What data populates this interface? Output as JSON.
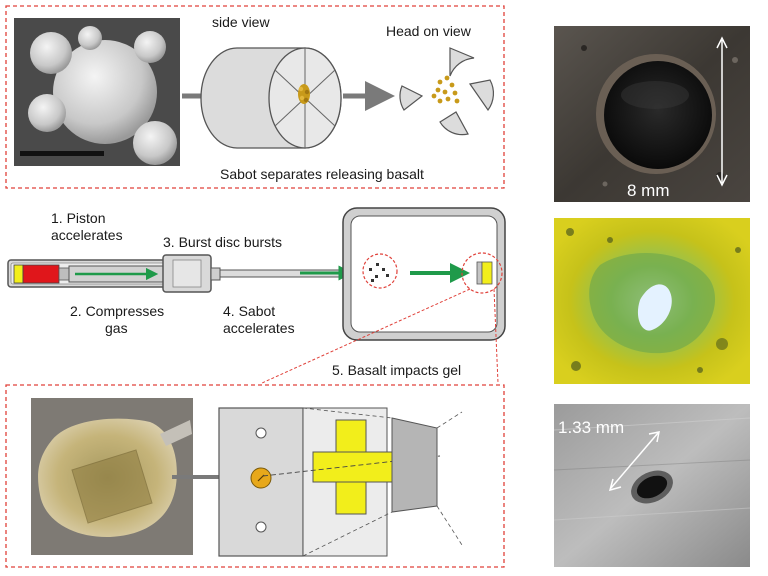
{
  "labels": {
    "side_view": "side view",
    "head_on_view": "Head on view",
    "sabot_separates": "Sabot separates releasing basalt",
    "step1_line1": "1. Piston",
    "step1_line2": "accelerates",
    "step2_line1": "2. Compresses",
    "step2_line2": "gas",
    "step3": "3. Burst disc bursts",
    "step4_line1": "4. Sabot",
    "step4_line2": "accelerates",
    "step5": "5. Basalt impacts gel"
  },
  "photos": {
    "crater_scale": "8 mm",
    "hole_scale": "1.33 mm"
  },
  "colors": {
    "dashed_frame": "#e0413a",
    "arrow_grey": "#7a7a7a",
    "arrow_green": "#1f9a4a",
    "piston_red": "#e0161b",
    "yellow": "#f2ee1b",
    "basalt_gold": "#c89a1a"
  }
}
